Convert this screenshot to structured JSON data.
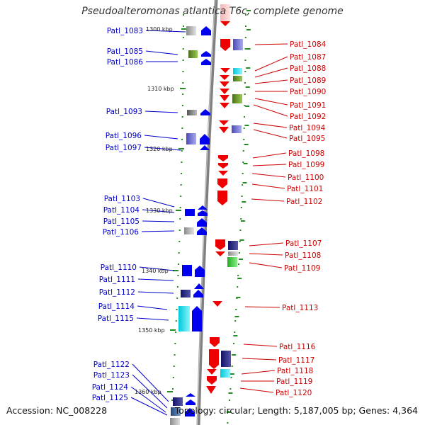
{
  "title": "Pseudoalteromonas atlantica T6c, complete genome",
  "footer": {
    "accession": "Accession: NC_008228",
    "summary": "Topology: circular; Length: 5,187,005 bp; Genes: 4,364"
  },
  "colors": {
    "forward_label": "#0000cc",
    "reverse_label": "#cc0000",
    "forward_gene": "#0000ee",
    "reverse_gene": "#ee0000",
    "backbone": "#888888",
    "tick": "#228b22"
  },
  "ticks": [
    {
      "label": "1300 kbp"
    },
    {
      "label": "1310 kbp"
    },
    {
      "label": "1320 kbp"
    },
    {
      "label": "1330 kbp"
    },
    {
      "label": "1340 kbp"
    },
    {
      "label": "1350 kbp"
    },
    {
      "label": "1360 kbp"
    }
  ],
  "forward_labels": [
    {
      "text": "Patl_1083"
    },
    {
      "text": "Patl_1085"
    },
    {
      "text": "Patl_1086"
    },
    {
      "text": "Patl_1093"
    },
    {
      "text": "Patl_1096"
    },
    {
      "text": "Patl_1097"
    },
    {
      "text": "Patl_1103"
    },
    {
      "text": "Patl_1104"
    },
    {
      "text": "Patl_1105"
    },
    {
      "text": "Patl_1106"
    },
    {
      "text": "Patl_1110"
    },
    {
      "text": "Patl_1111"
    },
    {
      "text": "Patl_1112"
    },
    {
      "text": "Patl_1114"
    },
    {
      "text": "Patl_1115"
    },
    {
      "text": "Patl_1122"
    },
    {
      "text": "Patl_1123"
    },
    {
      "text": "Patl_1124"
    },
    {
      "text": "Patl_1125"
    }
  ],
  "reverse_labels": [
    {
      "text": "Patl_1084"
    },
    {
      "text": "Patl_1087"
    },
    {
      "text": "Patl_1088"
    },
    {
      "text": "Patl_1089"
    },
    {
      "text": "Patl_1090"
    },
    {
      "text": "Patl_1091"
    },
    {
      "text": "Patl_1092"
    },
    {
      "text": "Patl_1094"
    },
    {
      "text": "Patl_1095"
    },
    {
      "text": "Patl_1098"
    },
    {
      "text": "Patl_1099"
    },
    {
      "text": "Patl_1100"
    },
    {
      "text": "Patl_1101"
    },
    {
      "text": "Patl_1102"
    },
    {
      "text": "Patl_1107"
    },
    {
      "text": "Patl_1108"
    },
    {
      "text": "Patl_1109"
    },
    {
      "text": "Patl_1113"
    },
    {
      "text": "Patl_1116"
    },
    {
      "text": "Patl_1117"
    },
    {
      "text": "Patl_1118"
    },
    {
      "text": "Patl_1119"
    },
    {
      "text": "Patl_1120"
    }
  ]
}
